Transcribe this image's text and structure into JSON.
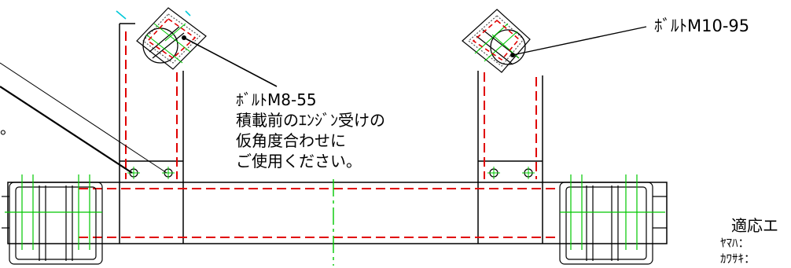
{
  "labels": {
    "bolt_m10": "ﾎﾞﾙﾄM10-95",
    "bolt_m8": "ﾎﾞﾙﾄM8-55",
    "note_line1": "積載前のｴﾝｼﾞﾝ受けの",
    "note_line2": "仮角度合わせに",
    "note_line3": "ご使用ください。",
    "left_edge_fragment": "。",
    "right_title_fragment": "適応エ",
    "right_line1_fragment": "ﾔﾏﾊ：",
    "right_line2_fragment": "ｶﾜｻｷ："
  },
  "colors": {
    "outline": "#000000",
    "hidden_line": "#e00000",
    "center_line": "#00c800",
    "cyan_mark": "#00c8d8"
  }
}
